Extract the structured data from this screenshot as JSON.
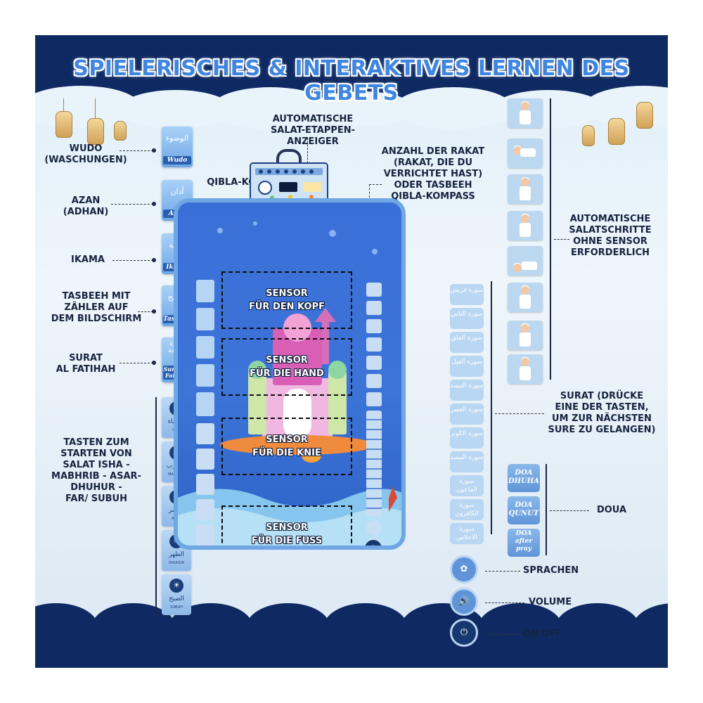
{
  "title": "SPIELERISCHES & INTERAKTIVES LERNEN DES GEBETS",
  "callouts": {
    "salat_etappen": "AUTOMATISCHE\nSALAT-ETAPPEN-ANZEIGER",
    "anzahl_rakat": "ANZAHL DER RAKAT\n(RAKAT, DIE DU\nVERRICHTET HAST)\nODER TASBEEH\nQIBLA-KOMPASS",
    "qibla": "QIBLA-KOMPASS",
    "automatische_salatschritte": "AUTOMATISCHE\nSALATSCHRITTE\nOHNE SENSOR\nERFORDERLICH",
    "surat": "SURAT (DRÜCKE\nEINE DER TASTEN,\nUM ZUR NÄCHSTEN\nSURE ZU GELANGEN)",
    "doua": "DOUA",
    "sprachen": "SPRACHEN",
    "volume": "VOLUME",
    "onoff": "ON/OFF"
  },
  "left_features": [
    {
      "label": "WUDO\n(WASCHUNGEN)",
      "arabic": "الوضوء",
      "english": "Wudo"
    },
    {
      "label": "AZAN\n(ADHAN)",
      "arabic": "أذان",
      "english": "Azan"
    },
    {
      "label": "IKAMA",
      "arabic": "إقامة",
      "english": "Ikama"
    },
    {
      "label": "TASBEEH MIT\nZÄHLER AUF\nDEM BILDSCHIRM",
      "arabic": "تسبيح",
      "english": "Tasbeeh"
    },
    {
      "label": "SURAT\nAL FATIHAH",
      "arabic": "سورة الفاتحة",
      "english": "Surah Al Fatihah"
    }
  ],
  "prayer_label": "TASTEN ZUM\nSTARTEN VON\nSALAT ISHA -\nMABHRIB - ASAR-\nDHUHUR -\nFAR/ SUBUH",
  "prayers": [
    {
      "arabic": "العشاء",
      "english": "ISHA",
      "icon": "moon-icon",
      "symbol": "☾"
    },
    {
      "arabic": "المغرب",
      "english": "MAGHRIB",
      "icon": "sunset-icon",
      "symbol": "☁"
    },
    {
      "arabic": "العصر",
      "english": "ASAR",
      "icon": "cloud-sun-icon",
      "symbol": "☼"
    },
    {
      "arabic": "الظهر",
      "english": "DHUHUR",
      "icon": "sun-icon",
      "symbol": "☀"
    },
    {
      "arabic": "الصبح",
      "english": "SUBUH",
      "icon": "sunrise-icon",
      "symbol": "☀"
    }
  ],
  "surahs": [
    "سورة قريش",
    "سورة الناس",
    "سورة الفلق",
    "سورة الفيل",
    "سورة المسد",
    "سورة العصر",
    "سورة الكوثر",
    "سورة المسد",
    "سورة الماعون",
    "سورة الكافرون",
    "سورة الاخلاص"
  ],
  "doa_buttons": [
    "DOA\nDHUHA",
    "DOA\nQUNUT",
    "DOA\nafter\npray"
  ],
  "sensors": [
    "SENSOR\nFÜR DEN KOPF",
    "SENSOR\nFÜR DIE HAND",
    "SENSOR\nFÜR DIE KNIE",
    "SENSOR\nFÜR DIE FUSS"
  ],
  "icons": {
    "sprachen": "globe-tree-icon",
    "volume": "speaker-icon",
    "onoff": "power-icon"
  },
  "colors": {
    "navy": "#0f2a63",
    "title_blue": "#3f86e0",
    "mat_blue": "#3b6fd8",
    "card_blue": "#6fa7e6"
  }
}
